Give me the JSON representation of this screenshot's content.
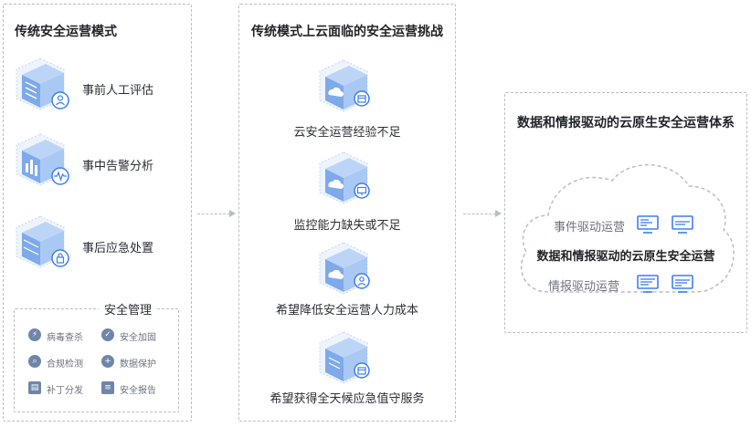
{
  "left_panel": {
    "title": "传统安全运营模式",
    "items": [
      {
        "label": "事前人工评估",
        "icon": "user-icon"
      },
      {
        "label": "事中告警分析",
        "icon": "pulse-icon"
      },
      {
        "label": "事后应急处置",
        "icon": "lock-icon"
      }
    ],
    "security_mgmt": {
      "title": "安全管理",
      "items": [
        {
          "label": "病毒查杀",
          "icon": "shield-icon"
        },
        {
          "label": "安全加固",
          "icon": "check-icon"
        },
        {
          "label": "合规检测",
          "icon": "search-icon"
        },
        {
          "label": "数据保护",
          "icon": "plus-shield-icon"
        },
        {
          "label": "补丁分发",
          "icon": "patch-icon"
        },
        {
          "label": "安全报告",
          "icon": "report-icon"
        }
      ]
    }
  },
  "middle_panel": {
    "title": "传统模式上云面临的安全运营挑战",
    "items": [
      {
        "label": "云安全运营经验不足",
        "icon": "calendar-icon"
      },
      {
        "label": "监控能力缺失或不足",
        "icon": "monitor-icon"
      },
      {
        "label": "希望降低安全运营人力成本",
        "icon": "user-icon"
      },
      {
        "label": "希望获得全天候应急值守服务",
        "icon": "calendar-icon"
      }
    ]
  },
  "right_panel": {
    "title": "数据和情报驱动的云原生安全运营体系",
    "event_label": "事件驱动运营",
    "center_label": "数据和情报驱动的云原生安全运营",
    "intel_label": "情报驱动运营"
  },
  "colors": {
    "accent": "#3d7ef0",
    "cube_light": "#d6e6fb",
    "cube_mid": "#8fb6ee",
    "dashed_border": "#b9bec6"
  }
}
